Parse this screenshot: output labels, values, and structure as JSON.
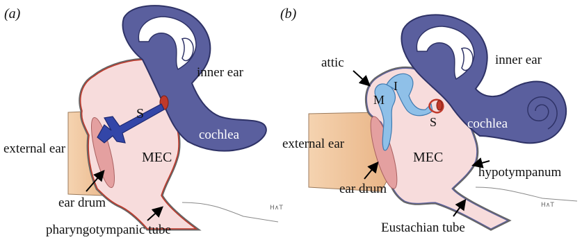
{
  "panel_a": {
    "panel_label": "(a)",
    "labels": {
      "inner_ear": "inner ear",
      "cochlea": "cochlea",
      "external_ear": "external ear",
      "mec": "MEC",
      "stapes": "S",
      "ear_drum": "ear drum",
      "tube": "pharyngotympanic tube"
    }
  },
  "panel_b": {
    "panel_label": "(b)",
    "labels": {
      "attic": "attic",
      "inner_ear": "inner ear",
      "malleus": "M",
      "incus": "I",
      "stapes": "S",
      "cochlea": "cochlea",
      "external_ear": "external ear",
      "mec": "MEC",
      "hypotympanum": "hypotympanum",
      "ear_drum": "ear drum",
      "tube": "Eustachian tube"
    }
  },
  "colors": {
    "inner_ear": "#5a5f9e",
    "inner_ear_outline": "#2e3266",
    "middle_ear_cavity": "#f7dcdc",
    "cavity_outline": "#c0392b",
    "external_canal": "#f0c29a",
    "ear_drum": "#e4a0a0",
    "stapes_a": "#3346a8",
    "ossicles_b": "#8fc0e8",
    "stapes_b": "#c0392b"
  }
}
